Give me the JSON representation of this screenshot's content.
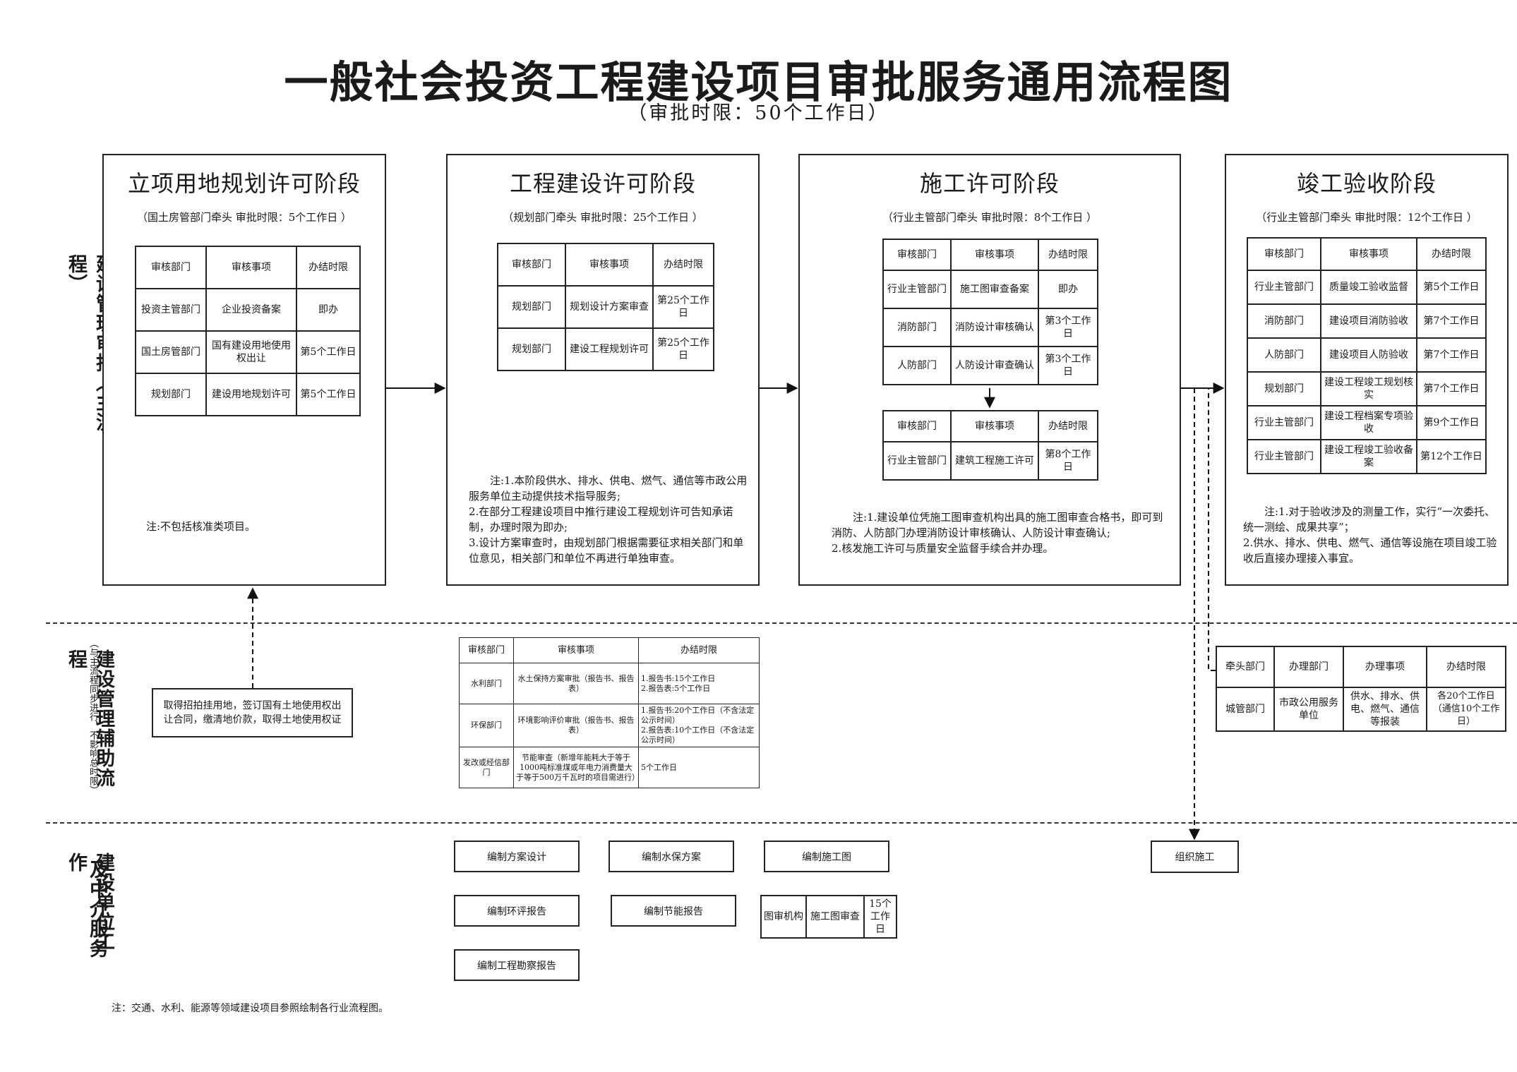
{
  "title": "一般社会投资工程建设项目审批服务通用流程图",
  "subtitle": "（审批时限：50个工作日）",
  "row_labels": {
    "main": "建设管理审批（主流程）",
    "aux": "建设管理辅助流程",
    "aux_note": "（与主流程同步进行，不影响总时限）",
    "unit_col1": "建设单位工作",
    "unit_col2": "及中介服务"
  },
  "stages": [
    {
      "title": "立项用地规划许可阶段",
      "subtitle": "（国土房管部门牵头 审批时限：5个工作日 ）",
      "headers": [
        "审核部门",
        "审核事项",
        "办结时限"
      ],
      "rows": [
        [
          "投资主管部门",
          "企业投资备案",
          "即办"
        ],
        [
          "国土房管部门",
          "国有建设用地使用权出让",
          "第5个工作日"
        ],
        [
          "规划部门",
          "建设用地规划许可",
          "第5个工作日"
        ]
      ],
      "note": "注:不包括核准类项目。"
    },
    {
      "title": "工程建设许可阶段",
      "subtitle": "（规划部门牵头 审批时限：25个工作日 ）",
      "headers": [
        "审核部门",
        "审核事项",
        "办结时限"
      ],
      "rows": [
        [
          "规划部门",
          "规划设计方案审查",
          "第25个工作日"
        ],
        [
          "规划部门",
          "建设工程规划许可",
          "第25个工作日"
        ]
      ],
      "note": "注:1.本阶段供水、排水、供电、燃气、通信等市政公用服务单位主动提供技术指导服务;\n2.在部分工程建设项目中推行建设工程规划许可告知承诺制，办理时限为即办;\n3.设计方案审查时，由规划部门根据需要征求相关部门和单位意见，相关部门和单位不再进行单独审查。"
    },
    {
      "title": "施工许可阶段",
      "subtitle": "（行业主管部门牵头 审批时限：8个工作日 ）",
      "headers": [
        "审核部门",
        "审核事项",
        "办结时限"
      ],
      "rows": [
        [
          "行业主管部门",
          "施工图审查备案",
          "即办"
        ],
        [
          "消防部门",
          "消防设计审核确认",
          "第3个工作日"
        ],
        [
          "人防部门",
          "人防设计审查确认",
          "第3个工作日"
        ]
      ],
      "rows2": [
        [
          "行业主管部门",
          "建筑工程施工许可",
          "第8个工作日"
        ]
      ],
      "note": "注:1.建设单位凭施工图审查机构出具的施工图审查合格书，即可到消防、人防部门办理消防设计审核确认、人防设计审查确认;\n2.核发施工许可与质量安全监督手续合并办理。"
    },
    {
      "title": "竣工验收阶段",
      "subtitle": "（行业主管部门牵头 审批时限：12个工作日 ）",
      "headers": [
        "审核部门",
        "审核事项",
        "办结时限"
      ],
      "rows": [
        [
          "行业主管部门",
          "质量竣工验收监督",
          "第5个工作日"
        ],
        [
          "消防部门",
          "建设项目消防验收",
          "第7个工作日"
        ],
        [
          "人防部门",
          "建设项目人防验收",
          "第7个工作日"
        ],
        [
          "规划部门",
          "建设工程竣工规划核实",
          "第7个工作日"
        ],
        [
          "行业主管部门",
          "建设工程档案专项验收",
          "第9个工作日"
        ],
        [
          "行业主管部门",
          "建设工程竣工验收备案",
          "第12个工作日"
        ]
      ],
      "note": "注:1.对于验收涉及的测量工作，实行“一次委托、统一测绘、成果共享”；\n2.供水、排水、供电、燃气、通信等设施在项目竣工验收后直接办理接入事宜。"
    }
  ],
  "aux": {
    "land_box": "取得招拍挂用地，签订国有土地使用权出让合同，缴清地价款，取得土地使用权证",
    "table_headers": [
      "审核部门",
      "审核事项",
      "办结时限"
    ],
    "table_rows": [
      [
        "水利部门",
        "水土保持方案审批（报告书、报告表）",
        "1.报告书:15个工作日\n2.报告表:5个工作日"
      ],
      [
        "环保部门",
        "环境影响评价审批（报告书、报告表）",
        "1.报告书:20个工作日（不含法定公示时间）\n2.报告表:10个工作日（不含法定公示时间）"
      ],
      [
        "发改或经信部门",
        "节能审查（新增年能耗大于等于1000吨标准煤或年电力消费量大于等于500万千瓦时的项目需进行）",
        "5个工作日"
      ]
    ],
    "utility_headers": [
      "牵头部门",
      "办理部门",
      "办理事项",
      "办结时限"
    ],
    "utility_row": [
      "城管部门",
      "市政公用服务单位",
      "供水、排水、供电、燃气、通信等报装",
      "各20个工作日\n（通信10个工作日）"
    ]
  },
  "unit_work": {
    "boxes": [
      "编制方案设计",
      "编制水保方案",
      "编制施工图",
      "编制环评报告",
      "编制节能报告",
      "编制工程勘察报告"
    ],
    "review": [
      "图审机构",
      "施工图审查",
      "15个工作日"
    ],
    "construction": "组织施工"
  },
  "footer_note": "注：交通、水利、能源等领域建设项目参照绘制各行业流程图。"
}
